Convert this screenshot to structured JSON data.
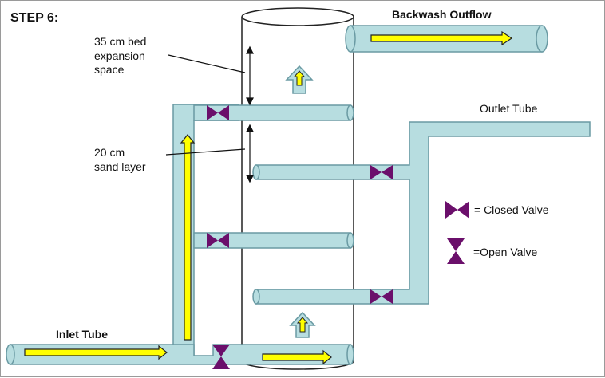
{
  "step_label": "STEP  6:",
  "labels": {
    "backwash_outflow": "Backwash Outflow",
    "bed_expansion": "35 cm bed\nexpansion\nspace",
    "sand_layer": "20 cm\nsand layer",
    "outlet_tube": "Outlet Tube",
    "inlet_tube": "Inlet Tube"
  },
  "legend": {
    "closed_valve": "= Closed Valve",
    "open_valve": "=Open Valve"
  },
  "colors": {
    "pipe_fill": "#b7dde0",
    "pipe_stroke": "#6a9aa3",
    "valve": "#6b0f6b",
    "arrow_fill": "#ffff00",
    "arrow_stroke": "#222222"
  }
}
